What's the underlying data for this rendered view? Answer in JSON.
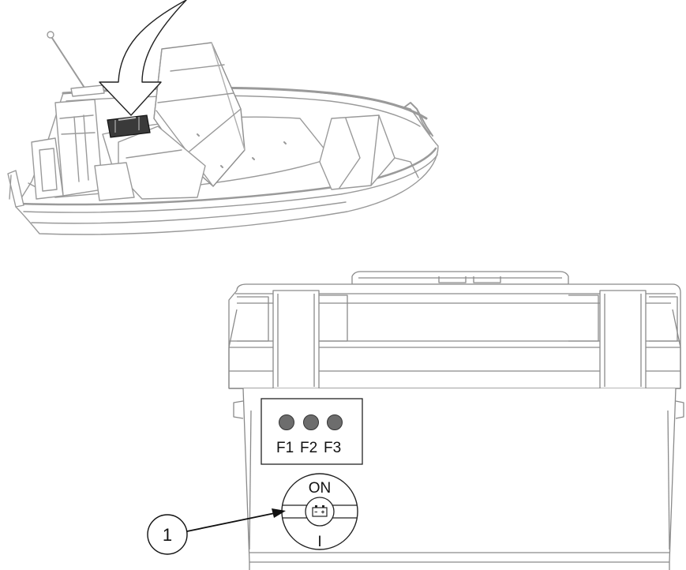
{
  "fuse_panel": {
    "fuses": [
      {
        "label": "F1",
        "color": "#6d6d6d"
      },
      {
        "label": "F2",
        "color": "#6d6d6d"
      },
      {
        "label": "F3",
        "color": "#6d6d6d"
      }
    ]
  },
  "switch": {
    "on_label": "ON",
    "off_label": "I",
    "battery_symbol": "battery-icon"
  },
  "callouts": [
    {
      "number": "1",
      "target": "battery-main-switch"
    }
  ],
  "colors": {
    "line": "#8a8a8a",
    "dark_line": "#111111",
    "highlight": "#3a3a3a",
    "boat_fill": "#ffffff"
  }
}
